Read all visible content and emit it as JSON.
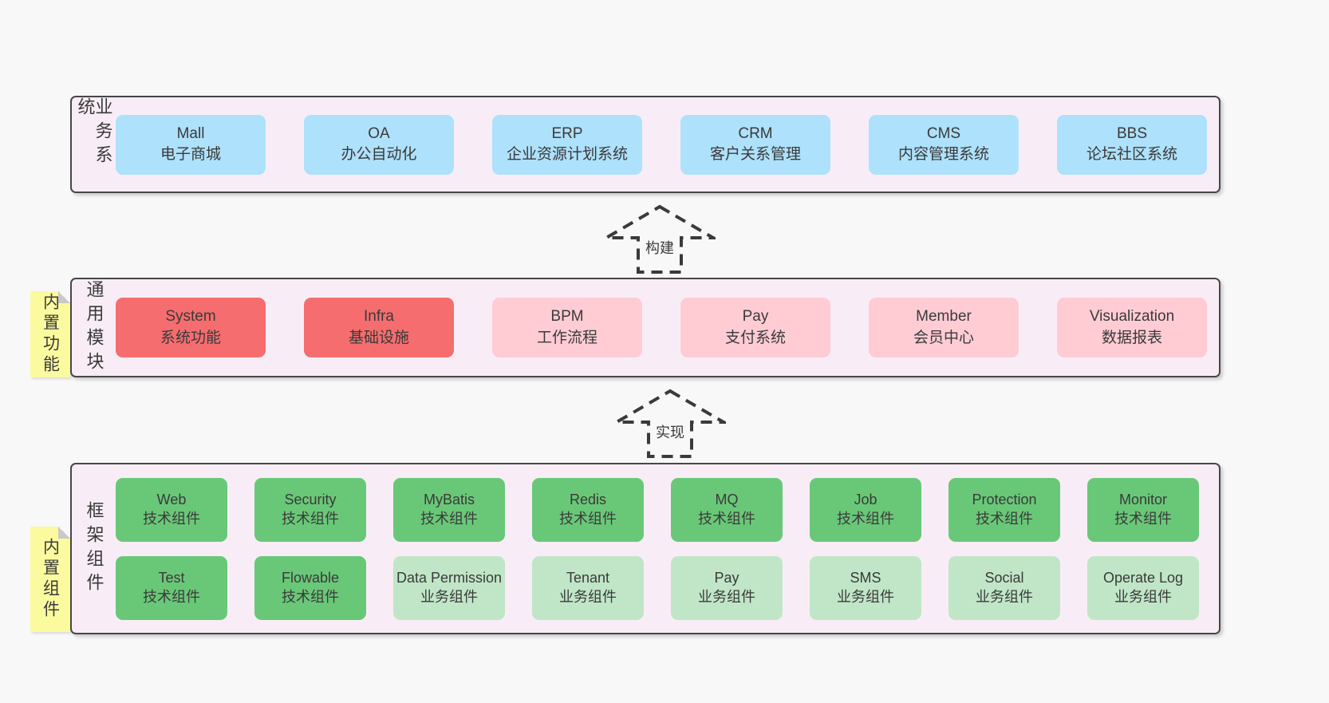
{
  "page": {
    "background": "#f8f8f8"
  },
  "colors": {
    "page_bg": "#f8f8f8",
    "container_bg": "#f8edf6",
    "container_border": "#474747",
    "blue": "#aee1fb",
    "red": "#f56d6e",
    "pink": "#ffccd4",
    "green": "#69c878",
    "light_green": "#c0e6c7",
    "note_yellow": "#fbfa9f",
    "note_fold": "#c9c9c9",
    "text_dark": "#3a3a3a",
    "arrow_stroke": "#3a3a3a"
  },
  "sections": [
    {
      "label": "业务系统",
      "boxes": [
        {
          "title": "Mall",
          "subtitle": "电子商城"
        },
        {
          "title": "OA",
          "subtitle": "办公自动化"
        },
        {
          "title": "ERP",
          "subtitle": "企业资源计划系统"
        },
        {
          "title": "CRM",
          "subtitle": "客户关系管理"
        },
        {
          "title": "CMS",
          "subtitle": "内容管理系统"
        },
        {
          "title": "BBS",
          "subtitle": "论坛社区系统"
        }
      ]
    },
    {
      "label": "通用模块",
      "note": "内置功能",
      "boxes": [
        {
          "title": "System",
          "subtitle": "系统功能"
        },
        {
          "title": "Infra",
          "subtitle": "基础设施"
        },
        {
          "title": "BPM",
          "subtitle": "工作流程"
        },
        {
          "title": "Pay",
          "subtitle": "支付系统"
        },
        {
          "title": "Member",
          "subtitle": "会员中心"
        },
        {
          "title": "Visualization",
          "subtitle": "数据报表"
        }
      ]
    },
    {
      "label": "框架组件",
      "note": "内置组件",
      "rows": [
        [
          {
            "title": "Web",
            "subtitle": "技术组件"
          },
          {
            "title": "Security",
            "subtitle": "技术组件"
          },
          {
            "title": "MyBatis",
            "subtitle": "技术组件"
          },
          {
            "title": "Redis",
            "subtitle": "技术组件"
          },
          {
            "title": "MQ",
            "subtitle": "技术组件"
          },
          {
            "title": "Job",
            "subtitle": "技术组件"
          },
          {
            "title": "Protection",
            "subtitle": "技术组件"
          },
          {
            "title": "Monitor",
            "subtitle": "技术组件"
          }
        ],
        [
          {
            "title": "Test",
            "subtitle": "技术组件"
          },
          {
            "title": "Flowable",
            "subtitle": "技术组件"
          },
          {
            "title": "Data Permission",
            "subtitle": "业务组件"
          },
          {
            "title": "Tenant",
            "subtitle": "业务组件"
          },
          {
            "title": "Pay",
            "subtitle": "业务组件"
          },
          {
            "title": "SMS",
            "subtitle": "业务组件"
          },
          {
            "title": "Social",
            "subtitle": "业务组件"
          },
          {
            "title": "Operate Log",
            "subtitle": "业务组件"
          }
        ]
      ]
    }
  ],
  "arrows": [
    {
      "label": "构建"
    },
    {
      "label": "实现"
    }
  ]
}
